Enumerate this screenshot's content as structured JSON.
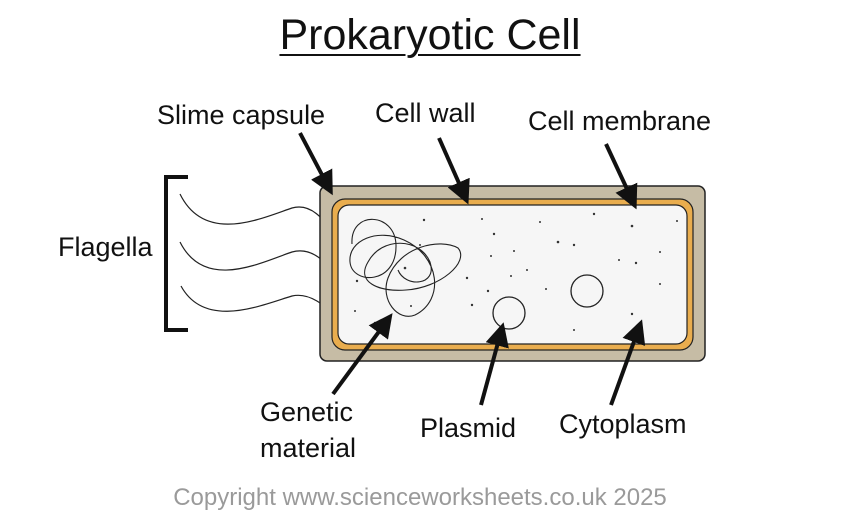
{
  "title": "Prokaryotic Cell",
  "labels": {
    "slime_capsule": "Slime capsule",
    "cell_wall": "Cell wall",
    "cell_membrane": "Cell membrane",
    "flagella": "Flagella",
    "genetic_material": "Genetic\nmaterial",
    "plasmid": "Plasmid",
    "cytoplasm": "Cytoplasm"
  },
  "copyright": "Copyright www.scienceworksheets.co.uk 2025",
  "colors": {
    "slime_capsule": "#c6bca5",
    "cell_wall": "#e9ad4e",
    "cytoplasm": "#f6f6f6",
    "outline": "#222222",
    "copyright": "#9a9a9a"
  }
}
